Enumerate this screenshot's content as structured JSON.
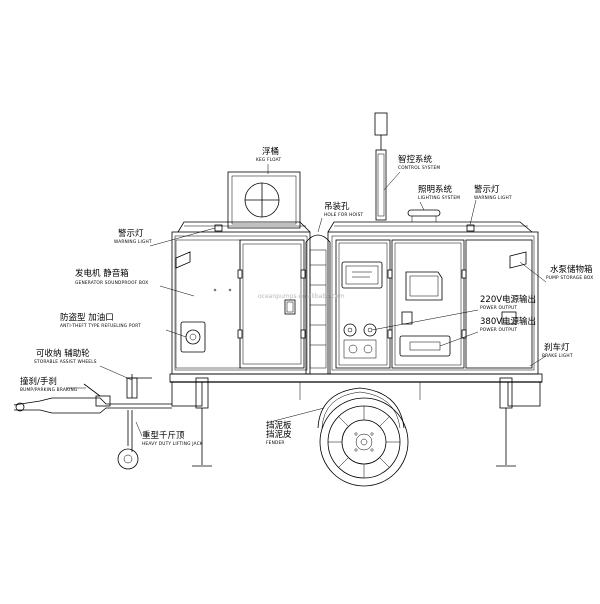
{
  "labels": {
    "keg_float": {
      "cn": "浮桶",
      "en": "KEG FLOAT"
    },
    "control_system": {
      "cn": "智控系统",
      "en": "CONTROL SYSTEM"
    },
    "lighting_system": {
      "cn": "照明系统",
      "en": "LIGHTING SYSTEM"
    },
    "warning_light_right": {
      "cn": "警示灯",
      "en": "WARNING LIGHT"
    },
    "hoist_hole": {
      "cn": "吊装孔",
      "en": "HOLE FOR HOIST"
    },
    "warning_light_left": {
      "cn": "警示灯",
      "en": "WARNING LIGHT"
    },
    "generator_box": {
      "cn": "发电机 静音箱",
      "en": "GENERATOR SOUNDPROOF BOX"
    },
    "pump_storage": {
      "cn": "水泵储物箱",
      "en": "PUMP STORAGE BOX"
    },
    "output_220": {
      "cn": "220V电源输出",
      "en": "POWER OUTPUT"
    },
    "refuel_port": {
      "cn": "防盗型 加油口",
      "en": "ANTI-THEFT TYPE REFUELING PORT"
    },
    "output_380": {
      "cn": "380V电源输出",
      "en": "POWER OUTPUT"
    },
    "assist_wheels": {
      "cn": "可收纳 辅助轮",
      "en": "STORABLE ASSIST WHEELS"
    },
    "brake_light": {
      "cn": "刹车灯",
      "en": "BRAKE LIGHT"
    },
    "bump_brake": {
      "cn": "撞刹/手刹",
      "en": "BUMP/PARKING BRAKING"
    },
    "lifting_jack": {
      "cn": "重型千斤顶",
      "en": "HEAVY DUTY LIFTING JACK"
    },
    "fender": {
      "cn": "挡泥板 挡泥皮",
      "en": "FENDER"
    }
  },
  "watermark": "oceanpumps.en.alibaba.com"
}
